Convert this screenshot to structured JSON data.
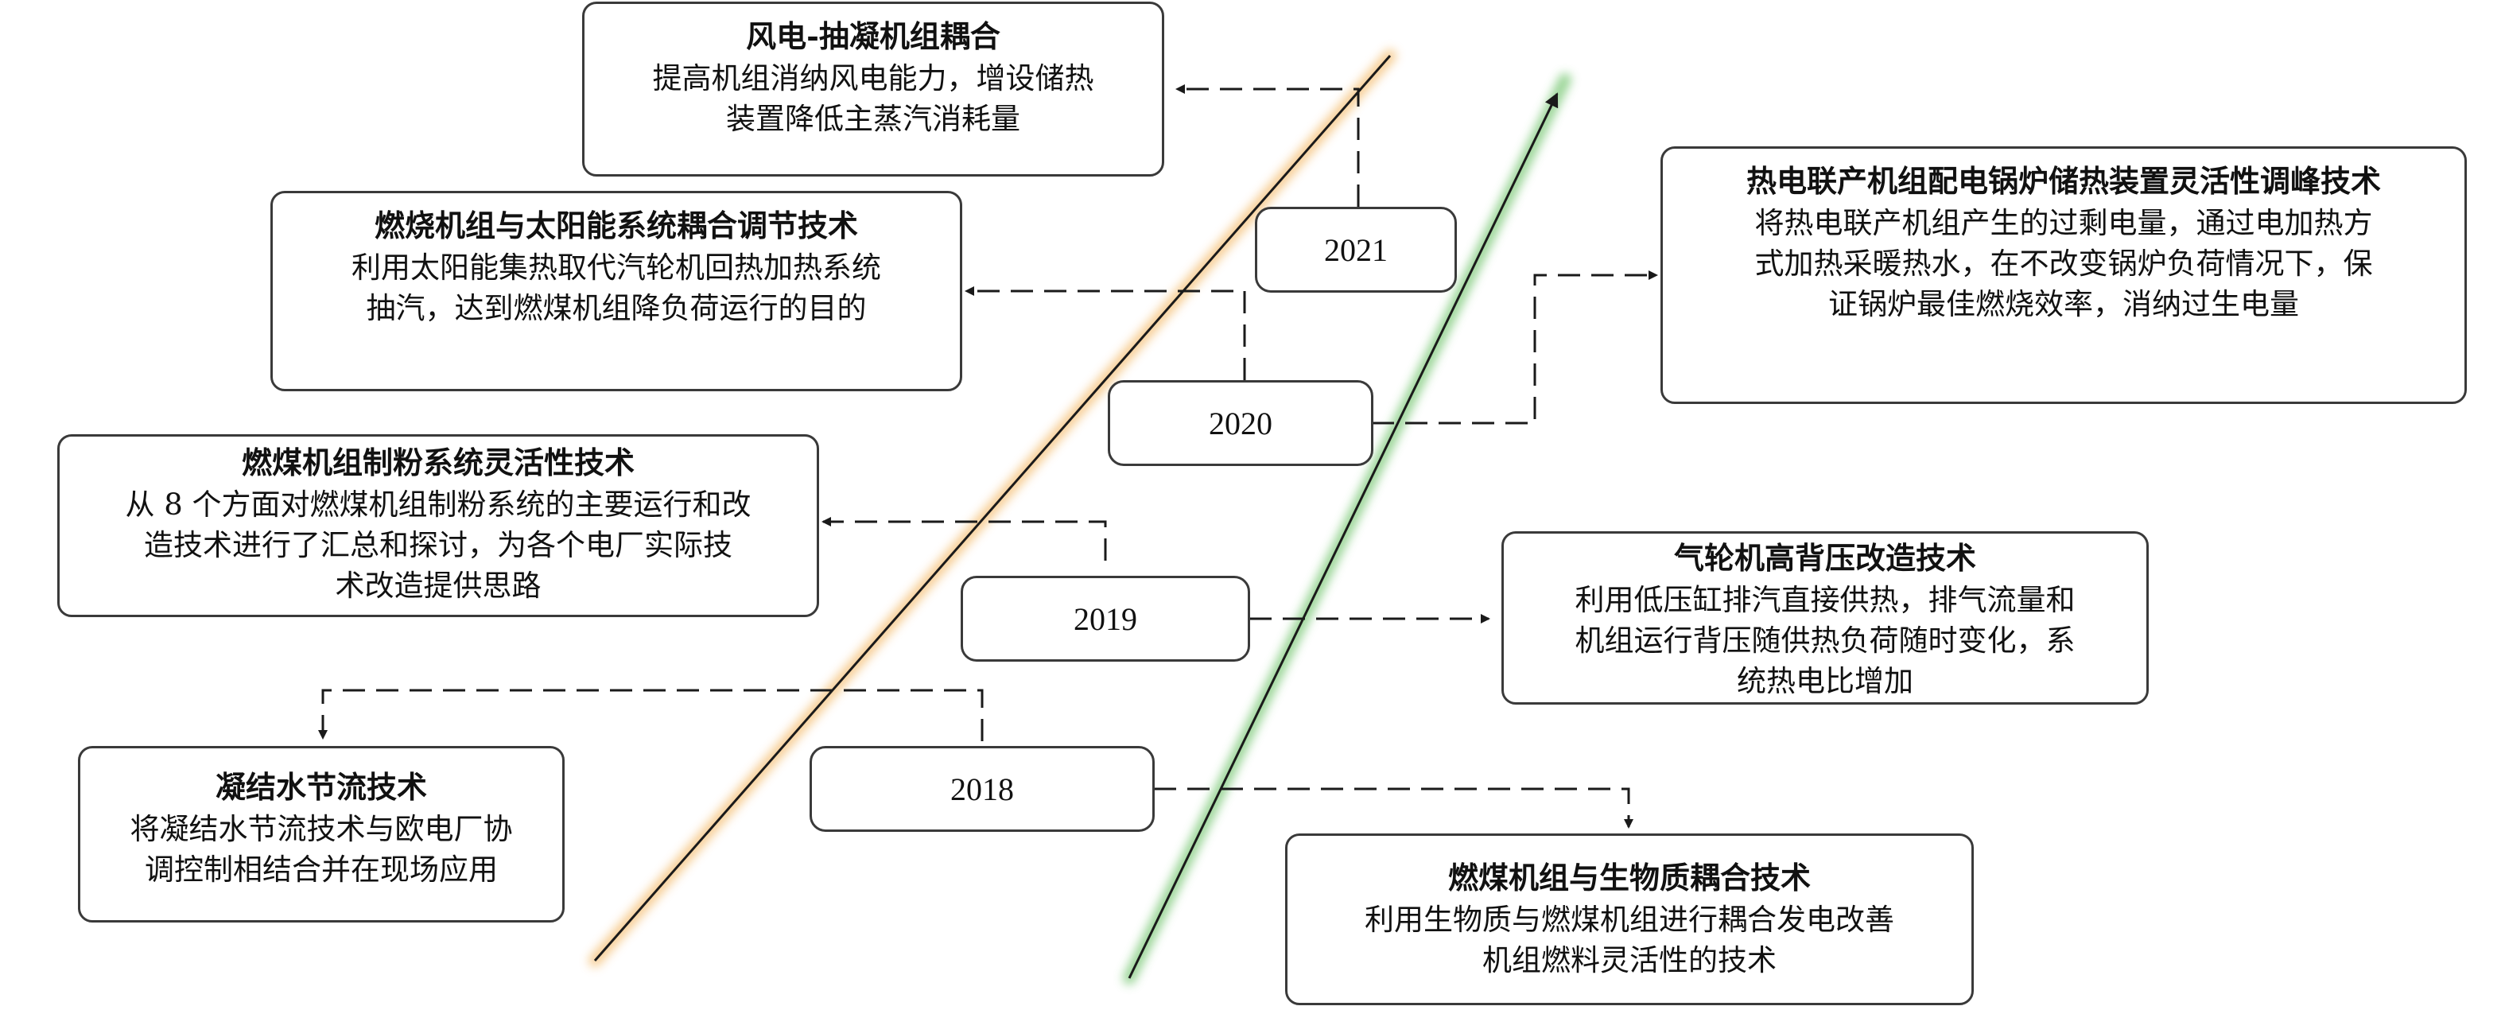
{
  "colors": {
    "orange_glow": "#f6c98a",
    "green_glow": "#8ed08a",
    "line": "#1a1a1a",
    "box_border": "#3a3a3a"
  },
  "years": {
    "y2021": "2021",
    "y2020": "2020",
    "y2019": "2019",
    "y2018": "2018"
  },
  "techs": {
    "wind_extraction": {
      "title": "风电-抽凝机组耦合",
      "desc": "提高机组消纳风电能力，增设储热\n装置降低主蒸汽消耗量"
    },
    "solar_coupling": {
      "title": "燃烧机组与太阳能系统耦合调节技术",
      "desc": "利用太阳能集热取代汽轮机回热加热系统\n抽汽，达到燃煤机组降负荷运行的目的"
    },
    "chp_boiler": {
      "title": "热电联产机组配电锅炉储热装置灵活性调峰技术",
      "desc": "将热电联产机组产生的过剩电量，通过电加热方\n式加热采暖热水，在不改变锅炉负荷情况下，保\n证锅炉最佳燃烧效率，消纳过生电量"
    },
    "pulverizing": {
      "title": "燃煤机组制粉系统灵活性技术",
      "desc": "从 8 个方面对燃煤机组制粉系统的主要运行和改\n造技术进行了汇总和探讨，为各个电厂实际技\n术改造提供思路"
    },
    "high_back_pressure": {
      "title": "气轮机高背压改造技术",
      "desc": "利用低压缸排汽直接供热，排气流量和\n机组运行背压随供热负荷随时变化，系\n统热电比增加"
    },
    "condensate_throttle": {
      "title": "凝结水节流技术",
      "desc": "将凝结水节流技术与欧电厂协\n调控制相结合并在现场应用"
    },
    "biomass_coupling": {
      "title": "燃煤机组与生物质耦合技术",
      "desc": "利用生物质与燃煤机组进行耦合发电改善\n机组燃料灵活性的技术"
    }
  }
}
